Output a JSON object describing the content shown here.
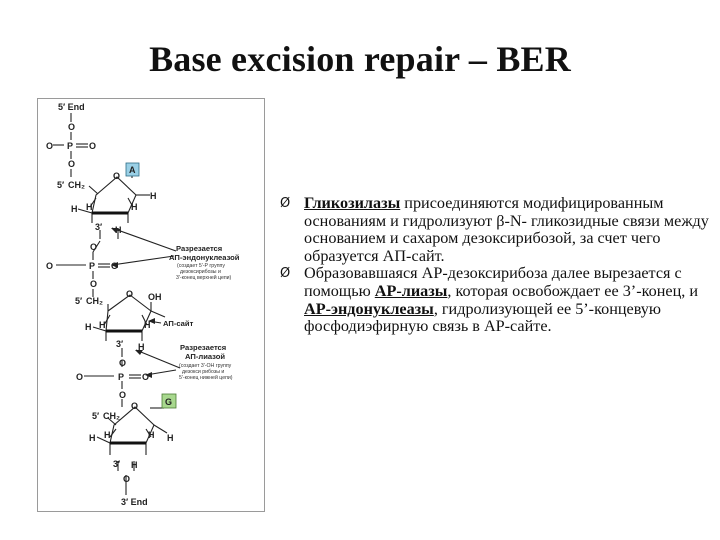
{
  "title": "Base excision repair – BER",
  "figure": {
    "five_end": "5′ End",
    "three_end": "3′ End",
    "atoms": {
      "O": "O",
      "P": "P",
      "H": "H",
      "OH": "OH",
      "CH2": "CH₂",
      "five": "5′",
      "three": "3′"
    },
    "base_a": "A",
    "base_g": "G",
    "colors": {
      "base_a_fill": "#9ad0e6",
      "base_g_fill": "#a8d88e",
      "line": "#222222"
    },
    "annotation_1": {
      "title_1": "Разрезается",
      "title_2": "АП-эндонуклеазой",
      "note_1": "(создает 5′-Р группу",
      "note_2": "дезоксирибозы и",
      "note_3": "3′-конец верхней цепи)"
    },
    "ap_site": "АП-сайт",
    "annotation_2": {
      "title_1": "Разрезается",
      "title_2": "АП-лиазой",
      "note_1": "(создает 3′-ОН группу",
      "note_2": "дезокси рибозы и",
      "note_3": "5′-конец нижней цепи)"
    }
  },
  "bullets": [
    {
      "marker": "Ø",
      "bold_term": "Гликозилазы",
      "text": " присоединяются модифицированным основаниям и гидролизуют β-N- гликозидные связи между основанием и сахаром дезоксирибозой, за счет чего образуется АП-сайт."
    },
    {
      "marker": "Ø",
      "text_1": "Образовавшаяся АР-дезоксирибоза далее вырезается с помощью ",
      "term_1": "АР-лиазы",
      "text_2": ", которая освобождает ее 3’-конец, и ",
      "term_2": "АР-эндонуклеазы",
      "text_3": ", гидролизующей ее 5’-концевую фосфодиэфирную связь в АР-сайте."
    }
  ]
}
